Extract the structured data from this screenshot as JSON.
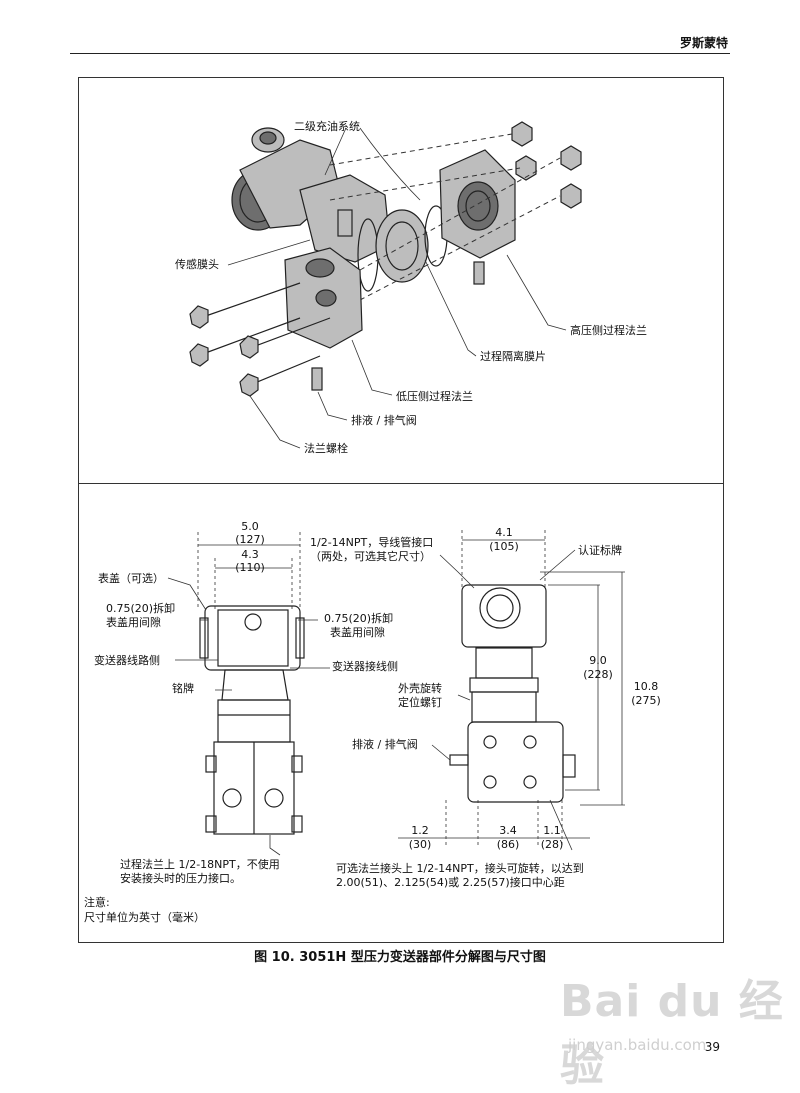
{
  "header": {
    "brand": "罗斯蒙特"
  },
  "exploded": {
    "labels": {
      "oil_fill": "二级充油系统",
      "sensor_diaphragm": "传感膜头",
      "high_side_flange": "高压侧过程法兰",
      "isolation_diaphragm": "过程隔离膜片",
      "low_side_flange": "低压侧过程法兰",
      "drain_vent": "排液 / 排气阀",
      "flange_bolts": "法兰螺栓"
    }
  },
  "dimensions": {
    "dim_5_0": "5.0",
    "dim_127": "(127)",
    "dim_4_3": "4.3",
    "dim_110": "(110)",
    "cover_optional": "表盖（可选）",
    "clearance_left_1": "0.75(20)拆卸",
    "clearance_left_2": "表盖用间隙",
    "clearance_right_1": "0.75(20)拆卸",
    "clearance_right_2": "表盖用间隙",
    "circuit_side": "变送器线路侧",
    "terminal_side": "变送器接线侧",
    "nameplate": "铭牌",
    "conduit_1": "1/2-14NPT，导线管接口",
    "conduit_2": "（两处，可选其它尺寸）",
    "dim_4_1": "4.1",
    "dim_105": "(105)",
    "cert_label": "认证标牌",
    "dim_9_0": "9.0",
    "dim_228": "(228)",
    "dim_10_8": "10.8",
    "dim_275": "(275)",
    "housing_screw_1": "外壳旋转",
    "housing_screw_2": "定位螺钉",
    "drain_vent": "排液 / 排气阀",
    "dim_1_2": "1.2",
    "dim_30": "(30)",
    "dim_3_4": "3.4",
    "dim_86": "(86)",
    "dim_1_1": "1.1",
    "dim_28": "(28)",
    "pressure_port_1": "过程法兰上 1/2-18NPT，不使用",
    "pressure_port_2": "安装接头时的压力接口。",
    "adapter_1": "可选法兰接头上 1/2-14NPT，接头可旋转，以达到",
    "adapter_2": "2.00(51)、2.125(54)或 2.25(57)接口中心距",
    "note_title": "注意:",
    "note_text": "尺寸单位为英寸（毫米）"
  },
  "caption": "图 10. 3051H 型压力变送器部件分解图与尺寸图",
  "page_number": "39",
  "watermark": {
    "main": "Bai du 经验",
    "url": "jingyan.baidu.com"
  }
}
